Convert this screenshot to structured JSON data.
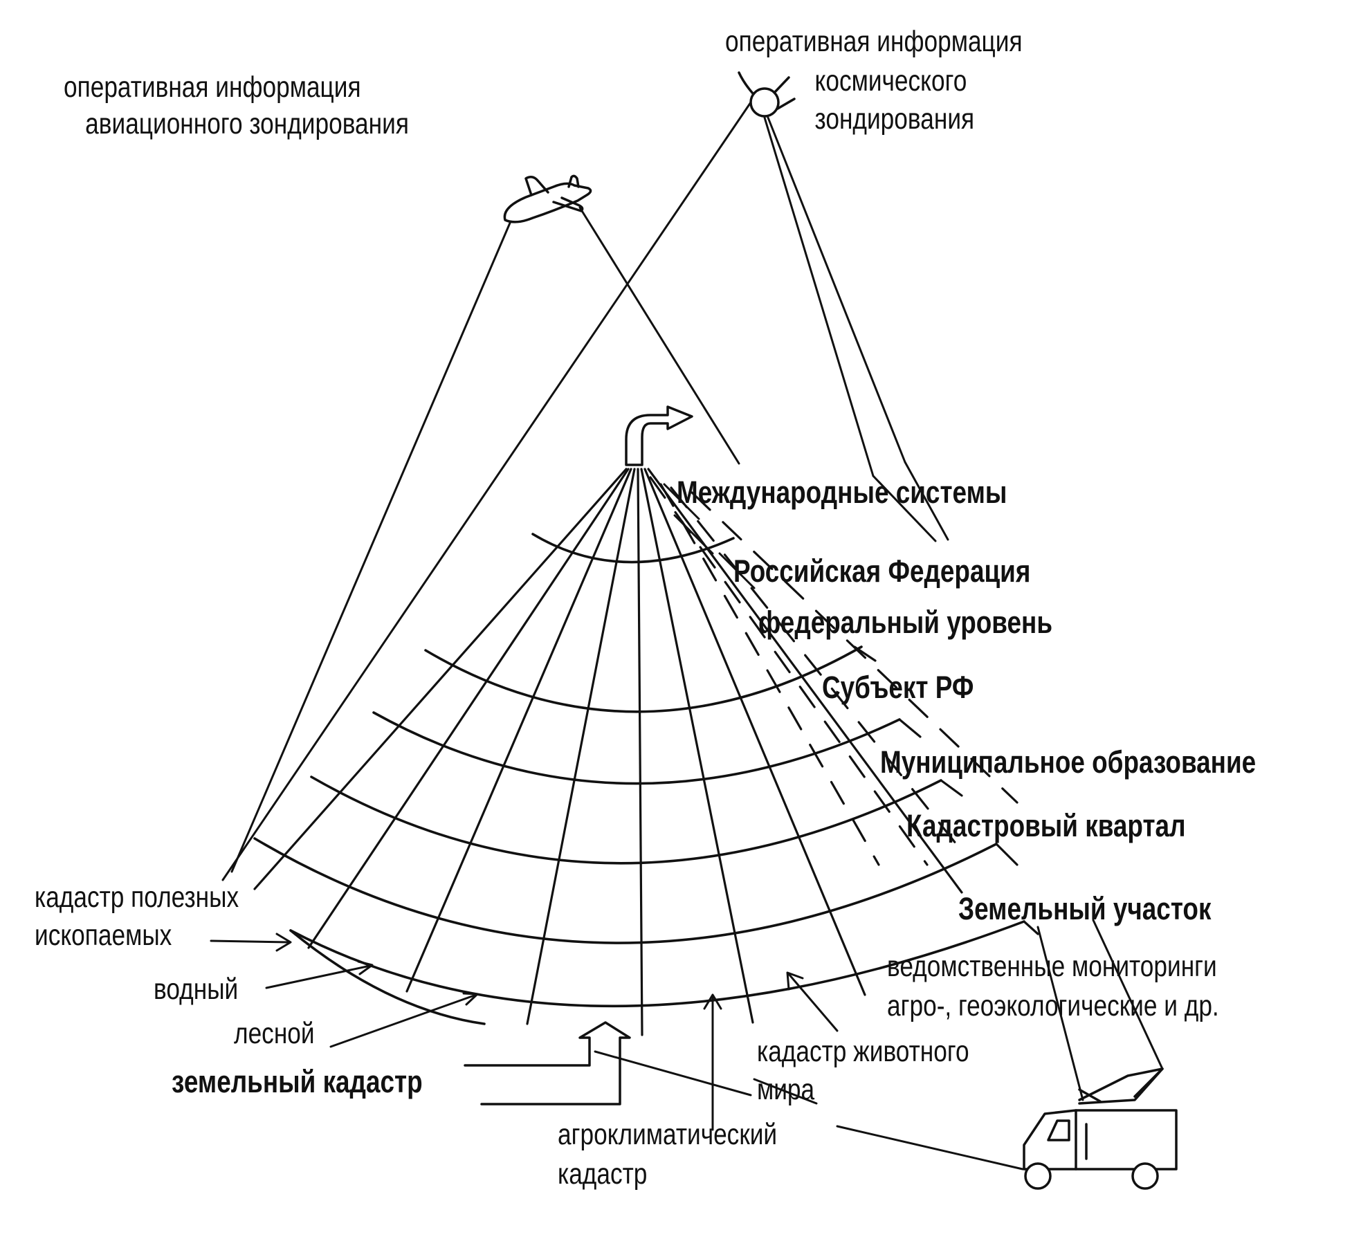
{
  "sources": {
    "aviation": [
      "оперативная  информация",
      "авиационного зондирования"
    ],
    "space": [
      "оперативная информация",
      "космического",
      "зондирования"
    ]
  },
  "levels": [
    "Международные  системы",
    "Российская  Федерация",
    "федеральный уровень",
    "Субъект  РФ",
    "Муниципальное  образование",
    "Кадастровый   квартал",
    "Земельный  участок"
  ],
  "monitoring": [
    "ведомственные  мониторинги",
    "агро-, геоэкологические  и др."
  ],
  "cadastres": {
    "minerals": [
      "кадастр  полезных",
      "ископаемых"
    ],
    "water": "водный",
    "forest": "лесной",
    "land": "земельный  кадастр",
    "fauna": [
      "кадастр  животного",
      "мира"
    ],
    "agroclimatic": [
      "агроклиматический",
      "кадастр"
    ]
  }
}
